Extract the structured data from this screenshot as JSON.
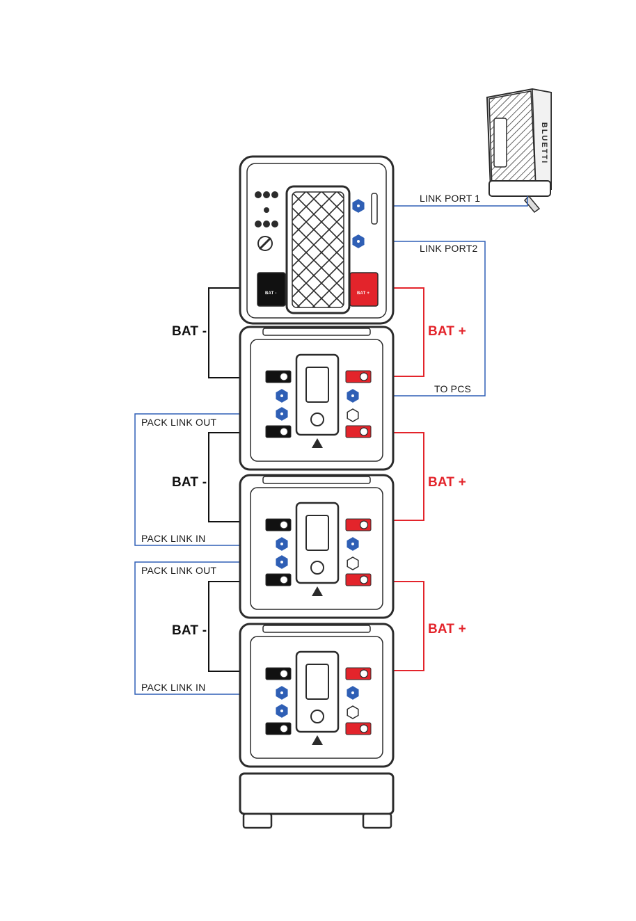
{
  "colors": {
    "link": "#2f5fb5",
    "positive": "#e3242b",
    "negative": "#111111",
    "outline": "#2b2b2b"
  },
  "labels": {
    "link_port_1": "LINK PORT 1",
    "link_port_2": "LINK PORT2",
    "to_pcs": "TO PCS",
    "bat_neg": "BAT -",
    "bat_pos": "BAT +",
    "pack_link_out": "PACK LINK OUT",
    "pack_link_in": "PACK LINK IN",
    "box_bat_neg": "BAT -",
    "box_bat_pos": "BAT +"
  },
  "device": {
    "brand": "BLUETTI"
  },
  "stack": {
    "control_unit": 1,
    "battery_packs": 3
  }
}
